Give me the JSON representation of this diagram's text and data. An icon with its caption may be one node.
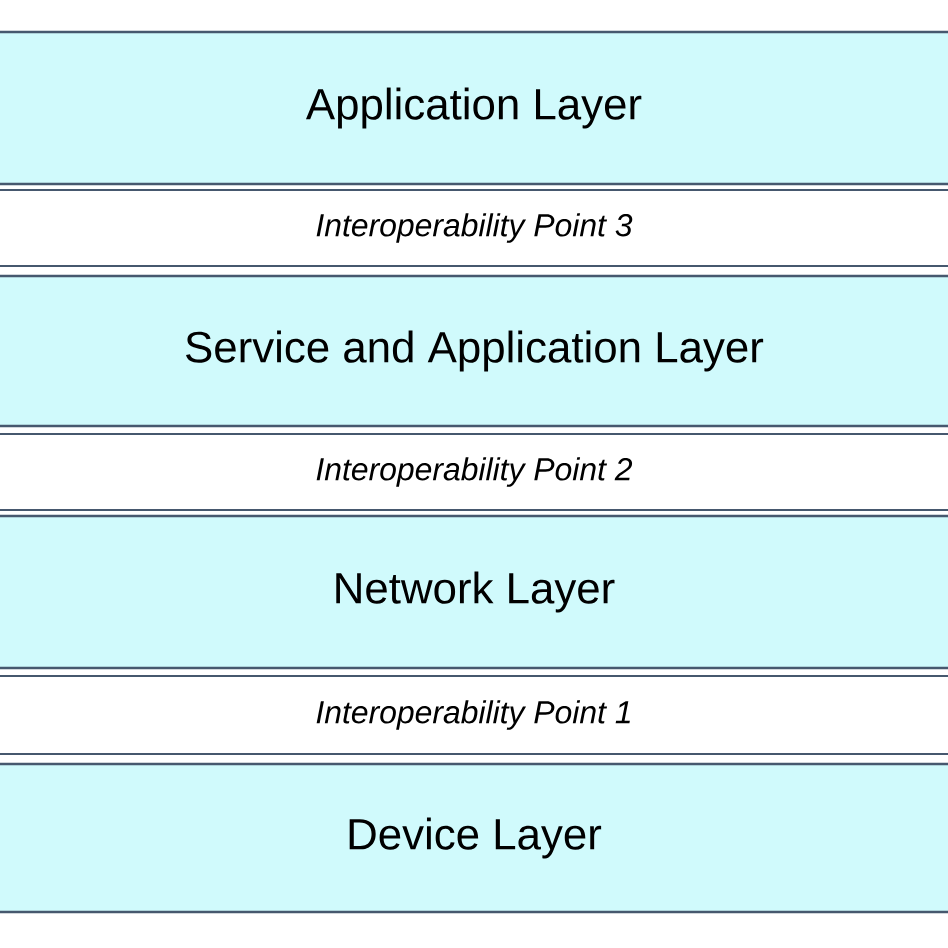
{
  "diagram": {
    "nodes": [
      {
        "text": [
          "Application Layer"
        ]
      },
      {
        "text": [
          "Interoperability Point 3"
        ]
      },
      {
        "text": [
          "Service and Application Layer"
        ]
      },
      {
        "text": [
          "Interoperability Point 2"
        ]
      },
      {
        "text": [
          "Network Layer"
        ]
      },
      {
        "text": [
          "Interoperability Point 1"
        ]
      },
      {
        "text": [
          "Device Layer"
        ]
      }
    ]
  }
}
